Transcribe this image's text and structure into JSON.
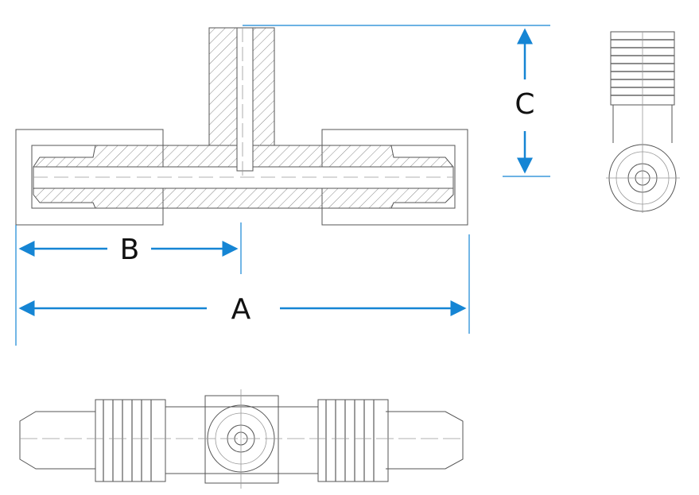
{
  "dimensions": {
    "a_label": "A",
    "b_label": "B",
    "c_label": "C"
  },
  "colors": {
    "dimension": "#1585d4",
    "drawing": "#555555"
  }
}
